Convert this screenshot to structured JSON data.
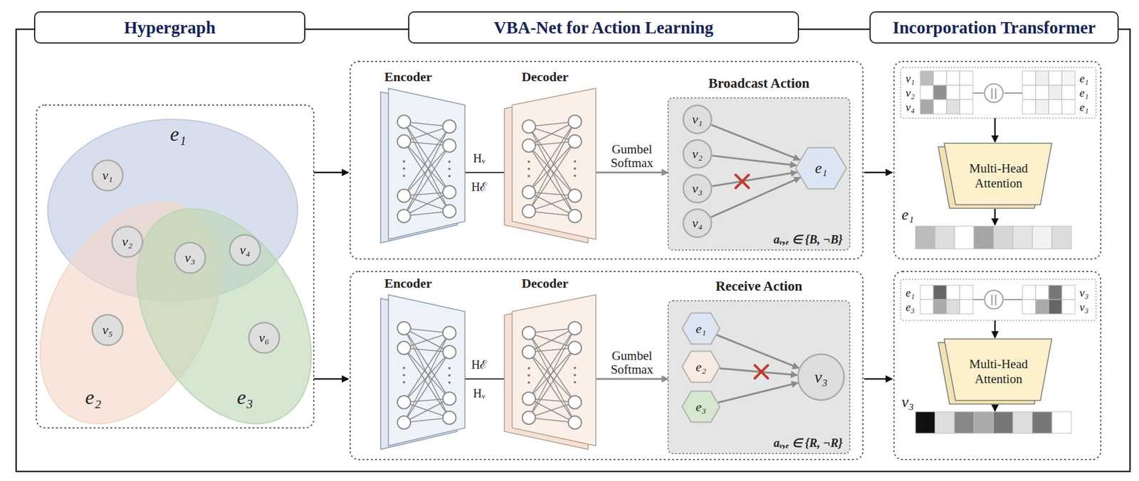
{
  "diagram": {
    "nodes": [
      {
        "text": [
          "Hypergraph"
        ]
      },
      {
        "text": [
          "VBA-Net for Action Learning"
        ]
      },
      {
        "text": [
          "Incorporation Transformer"
        ]
      },
      {
        "text": [
          "e₁"
        ]
      },
      {
        "text": [
          "e₂"
        ]
      },
      {
        "text": [
          "e₃"
        ]
      },
      {
        "text": [
          "v₁"
        ]
      },
      {
        "text": [
          "v₂"
        ]
      },
      {
        "text": [
          "v₃"
        ]
      },
      {
        "text": [
          "v₄"
        ]
      },
      {
        "text": [
          "v₅"
        ]
      },
      {
        "text": [
          "v₆"
        ]
      },
      {
        "text": [
          "Encoder"
        ]
      },
      {
        "text": [
          "Decoder"
        ]
      },
      {
        "text": [
          "Broadcast Action",
          "aᵥ,ₑ ∈ {B, ¬B}"
        ]
      },
      {
        "text": [
          "v₁"
        ],
        "in": 14
      },
      {
        "text": [
          "v₂"
        ],
        "in": 14
      },
      {
        "text": [
          "v₃"
        ],
        "in": 14
      },
      {
        "text": [
          "v₄"
        ],
        "in": 14
      },
      {
        "text": [
          "e₁"
        ],
        "in": 14
      },
      {
        "text": [
          "Encoder"
        ]
      },
      {
        "text": [
          "Decoder"
        ]
      },
      {
        "text": [
          "Receive Action",
          "aᵥ,ₑ ∈ {R, ¬R}"
        ]
      },
      {
        "text": [
          "e₁"
        ],
        "in": 22
      },
      {
        "text": [
          "e₂"
        ],
        "in": 22
      },
      {
        "text": [
          "e₃"
        ],
        "in": 22
      },
      {
        "text": [
          "v₃"
        ],
        "in": 22
      },
      {
        "text": [
          "||"
        ]
      },
      {
        "text": [
          "Multi-Head Attention"
        ]
      },
      {
        "text": [
          "||"
        ]
      },
      {
        "text": [
          "Multi-Head Attention"
        ]
      }
    ],
    "edges": [
      {
        "from": 12,
        "to": 13,
        "arrow": "none"
      },
      {
        "from": 13,
        "to": 14,
        "label": "Gumbel Softmax",
        "arrow": "to"
      },
      {
        "from": 15,
        "to": 19,
        "arrow": "to"
      },
      {
        "from": 16,
        "to": 19,
        "arrow": "to"
      },
      {
        "from": 17,
        "to": 19,
        "arrow": "to"
      },
      {
        "from": 18,
        "to": 19,
        "arrow": "to"
      },
      {
        "from": 20,
        "to": 21,
        "arrow": "none"
      },
      {
        "from": 21,
        "to": 22,
        "label": "Gumbel Softmax",
        "arrow": "to"
      },
      {
        "from": 23,
        "to": 26,
        "arrow": "to"
      },
      {
        "from": 24,
        "to": 26,
        "arrow": "to"
      },
      {
        "from": 25,
        "to": 26,
        "arrow": "to"
      }
    ],
    "labels": [
      "Hᵥ",
      "Hℰ",
      "Hℰ",
      "Hᵥ",
      "v₁",
      "v₂",
      "v₄",
      "e₁",
      "e₁",
      "e₁",
      "e₁",
      "e₁",
      "e₃",
      "v₃",
      "v₃",
      "v₃"
    ]
  }
}
